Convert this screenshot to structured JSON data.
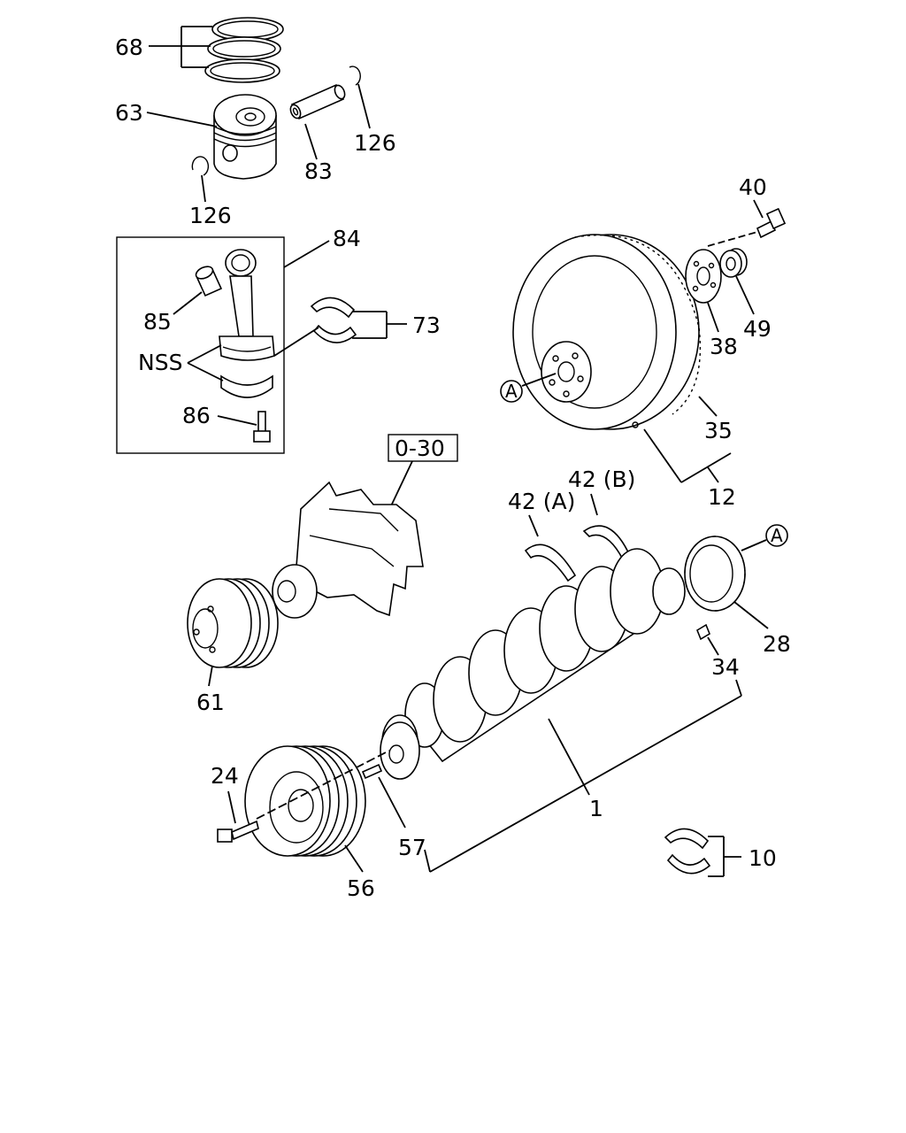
{
  "labels": {
    "l68": "68",
    "l63": "63",
    "l83": "83",
    "l126a": "126",
    "l126b": "126",
    "l84": "84",
    "l85": "85",
    "l73": "73",
    "lNSS": "NSS",
    "l86": "86",
    "l030": "0-30",
    "l61": "61",
    "l40": "40",
    "l49": "49",
    "l38": "38",
    "l35": "35",
    "lA1": "A",
    "l12": "12",
    "l42A": "42 (A)",
    "l42B": "42 (B)",
    "lA2": "A",
    "l28": "28",
    "l34": "34",
    "l1": "1",
    "l24": "24",
    "l57": "57",
    "l56": "56",
    "l10": "10"
  },
  "icons": {
    "piston_rings": "ring-set-icon",
    "piston": "piston-icon",
    "piston_pin": "pin-icon",
    "snap_ring": "snap-ring-icon",
    "connecting_rod": "connecting-rod-icon",
    "bearing": "bearing-shell-icon",
    "bolt": "bolt-icon",
    "water_pump": "water-pump-icon",
    "pulley": "pulley-icon",
    "flywheel": "flywheel-icon",
    "crankshaft": "crankshaft-icon",
    "gear": "gear-icon",
    "thrust_washer": "thrust-washer-icon",
    "circle_marker": "circled-letter-icon"
  }
}
